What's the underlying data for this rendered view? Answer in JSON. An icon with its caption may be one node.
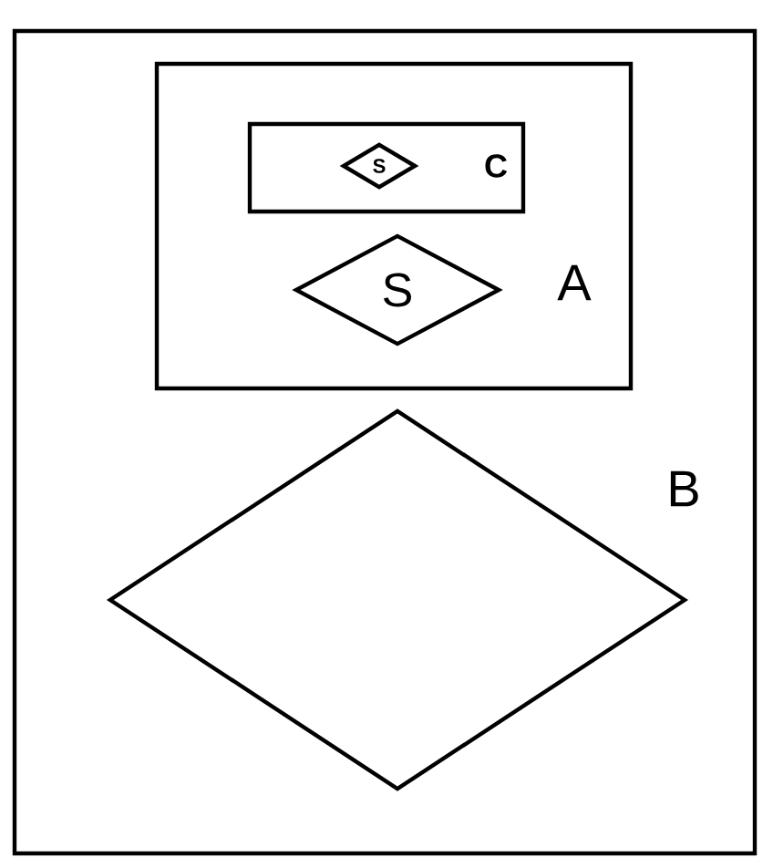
{
  "diagram": {
    "nodes": [
      {
        "text": [
          "B"
        ]
      },
      {
        "text": [
          "A"
        ],
        "in": 0
      },
      {
        "text": [
          "C"
        ],
        "in": 1
      },
      {
        "text": [
          "S"
        ],
        "in": 2
      },
      {
        "text": [
          "S"
        ],
        "in": 1
      },
      {
        "text": [],
        "shape": "diamond",
        "in": 0
      }
    ]
  }
}
